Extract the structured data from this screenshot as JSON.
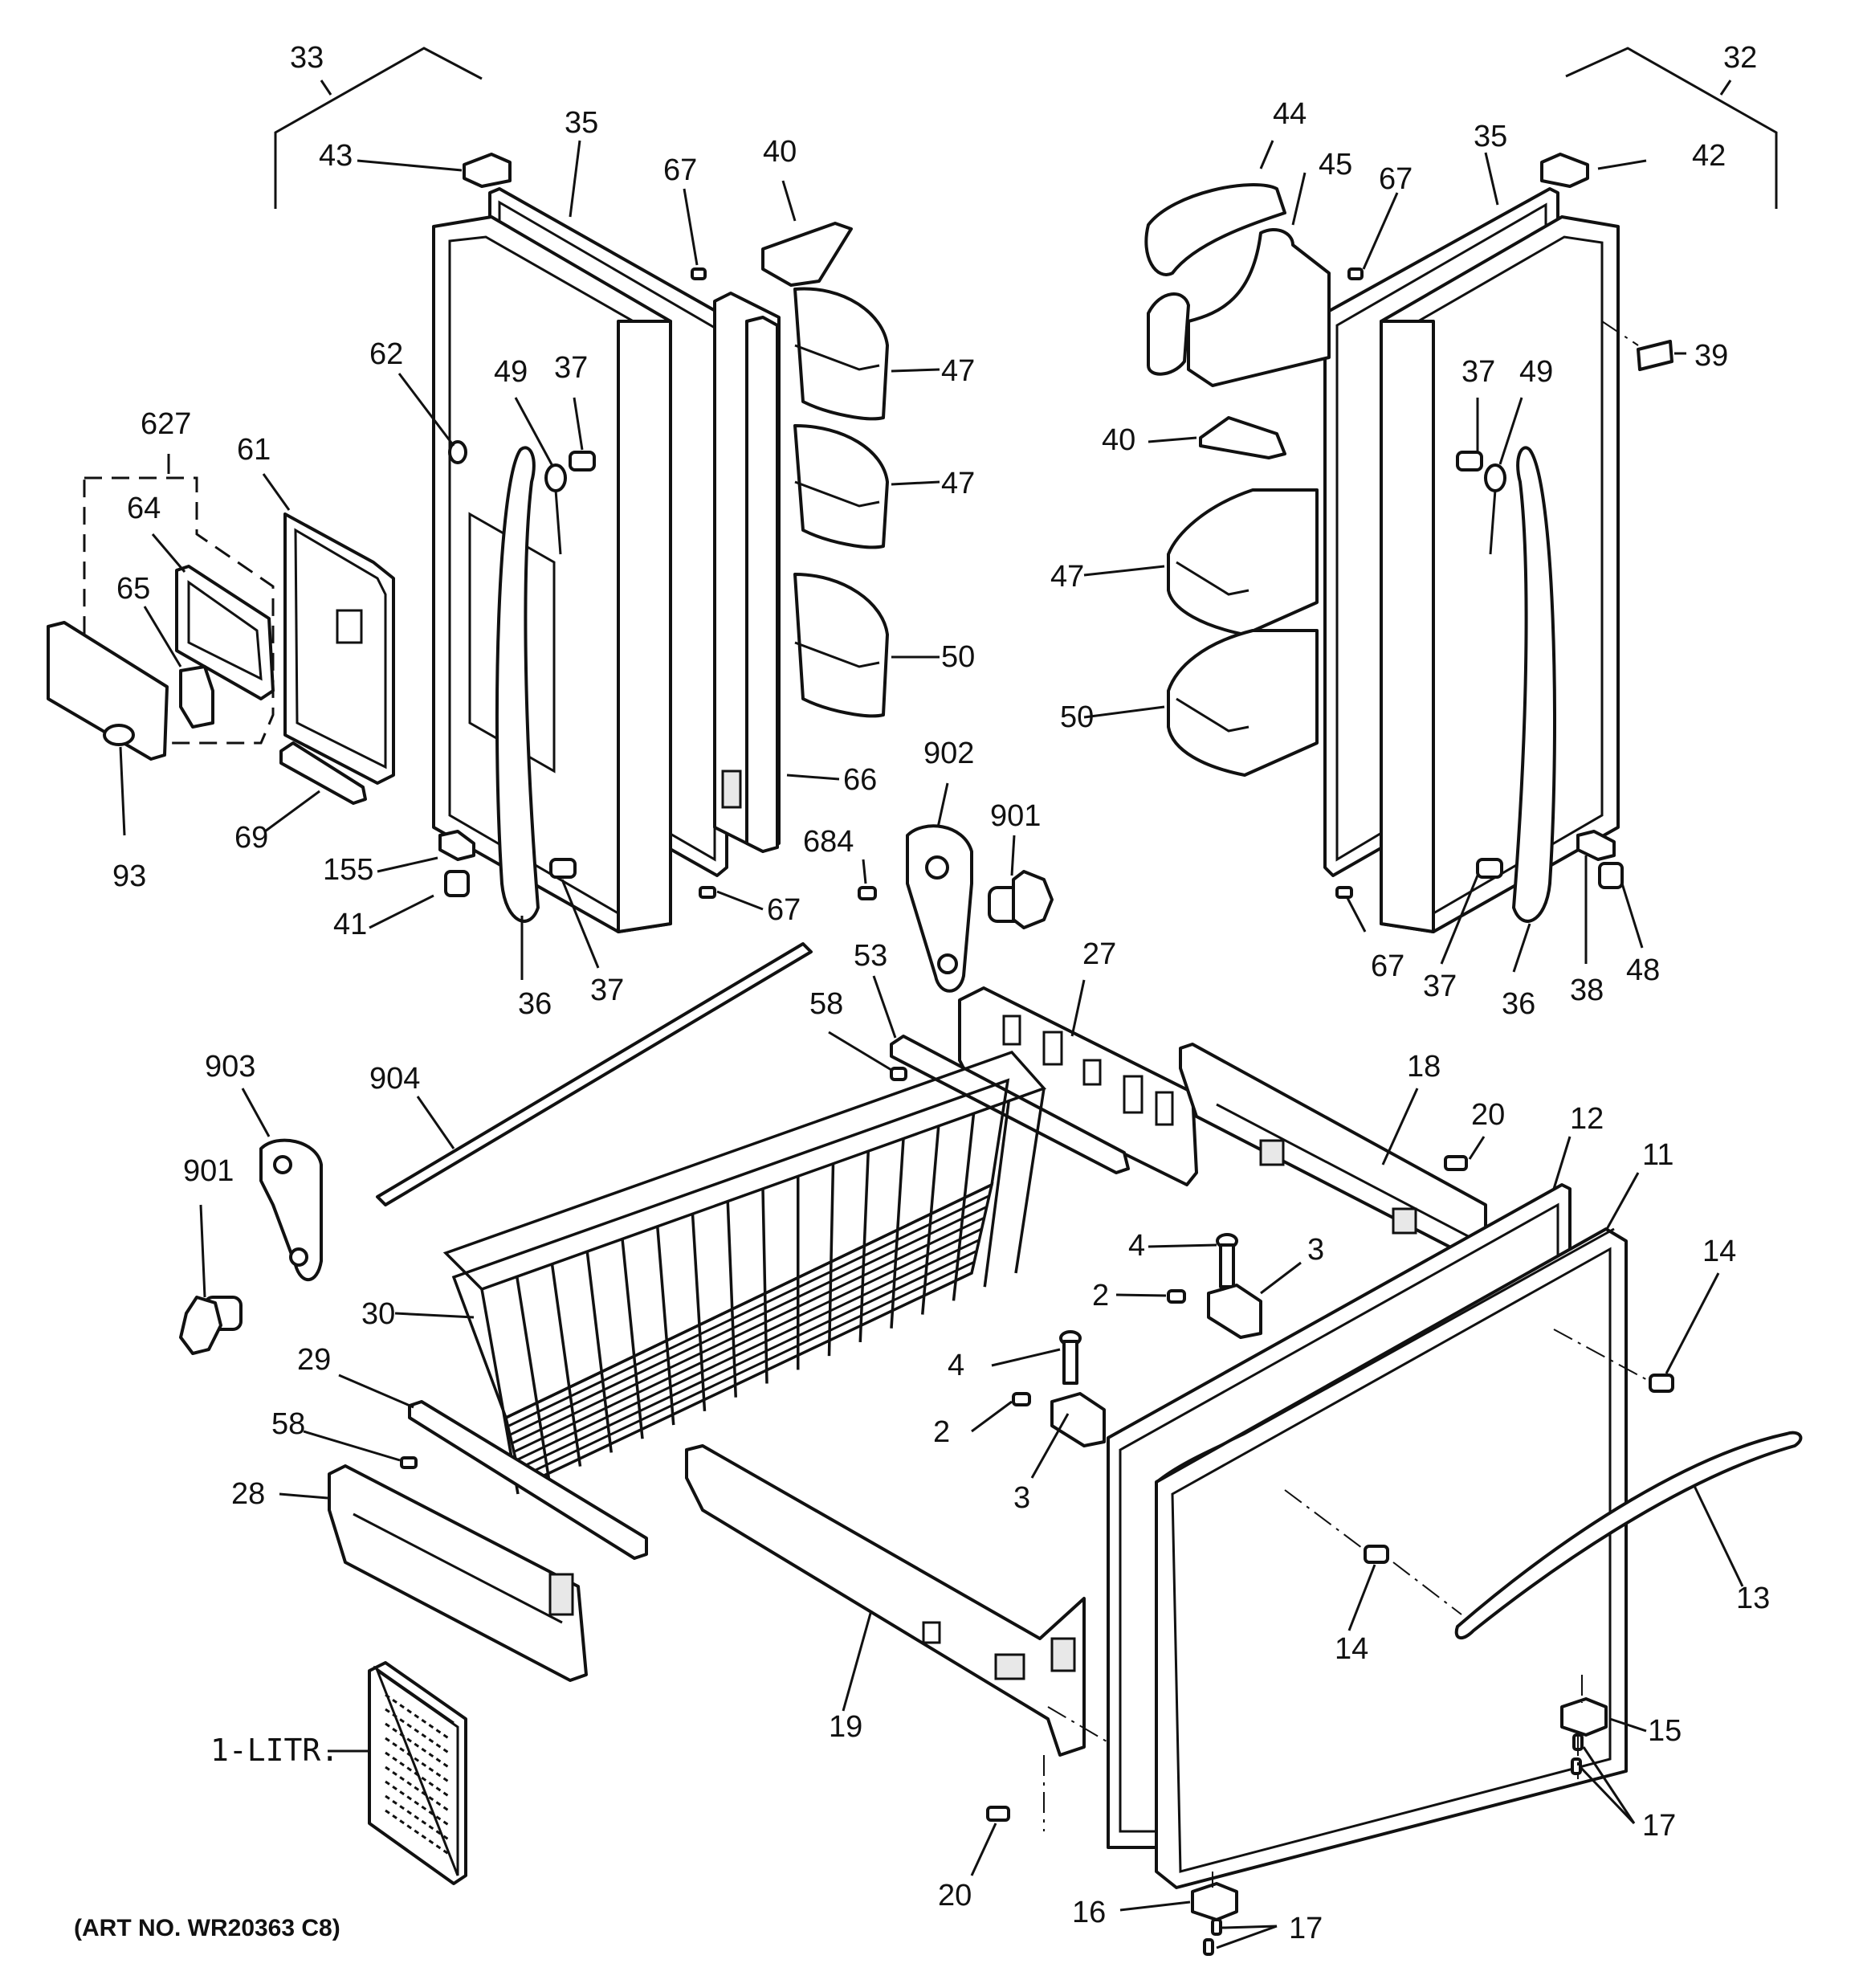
{
  "labels": {
    "l33": "33",
    "l32": "32",
    "l43": "43",
    "l35a": "35",
    "l67a": "67",
    "l40a": "40",
    "l44": "44",
    "l45": "45",
    "l67b": "67",
    "l35b": "35",
    "l42": "42",
    "l62": "62",
    "l49a": "49",
    "l37a": "37",
    "l47a": "47",
    "l39": "39",
    "l627": "627",
    "l61": "61",
    "l64": "64",
    "l65": "65",
    "l37b": "37",
    "l49b": "49",
    "l40b": "40",
    "l47b": "47",
    "l47c": "47",
    "l50a": "50",
    "l50b": "50",
    "l93": "93",
    "l69": "69",
    "l66": "66",
    "l902": "902",
    "l901a": "901",
    "l684": "684",
    "l155": "155",
    "l41": "41",
    "l67c": "67",
    "l36a": "36",
    "l37c": "37",
    "l53": "53",
    "l27": "27",
    "l67d": "67",
    "l37d": "37",
    "l36b": "36",
    "l38": "38",
    "l48": "48",
    "l58a": "58",
    "l903": "903",
    "l904": "904",
    "l18": "18",
    "l20a": "20",
    "l12": "12",
    "l11": "11",
    "l901b": "901",
    "l4a": "4",
    "l3a": "3",
    "l2a": "2",
    "l14a": "14",
    "l30": "30",
    "l29": "29",
    "l4b": "4",
    "l2b": "2",
    "l3b": "3",
    "l58b": "58",
    "l28": "28",
    "l13": "13",
    "l14b": "14",
    "l19": "19",
    "l15": "15",
    "l17a": "17",
    "l1litr": "1-LITR.",
    "l20b": "20",
    "l16": "16",
    "l17b": "17"
  },
  "footer": {
    "art_number": "(ART NO. WR20363 C8)"
  }
}
